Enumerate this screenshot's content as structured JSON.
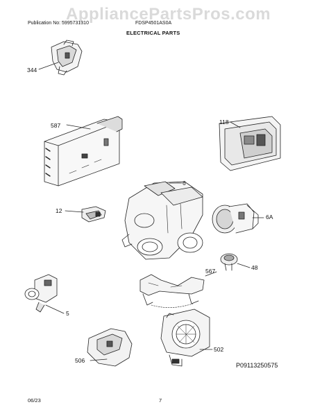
{
  "watermark": "AppliancePartsPros.com",
  "header": {
    "publication": "Publication No: 5995731310",
    "model": "FDSP4501AS0A"
  },
  "section_title": "ELECTRICAL PARTS",
  "callouts": {
    "c344": "344",
    "c587": "587",
    "c118": "118",
    "c6": "6",
    "c12": "12",
    "c6A": "6A",
    "c48": "48",
    "c567": "567",
    "c5": "5",
    "c506": "506",
    "c502": "502"
  },
  "diagram_id": "P09113250575",
  "footer": {
    "date": "06/23",
    "page": "7"
  }
}
